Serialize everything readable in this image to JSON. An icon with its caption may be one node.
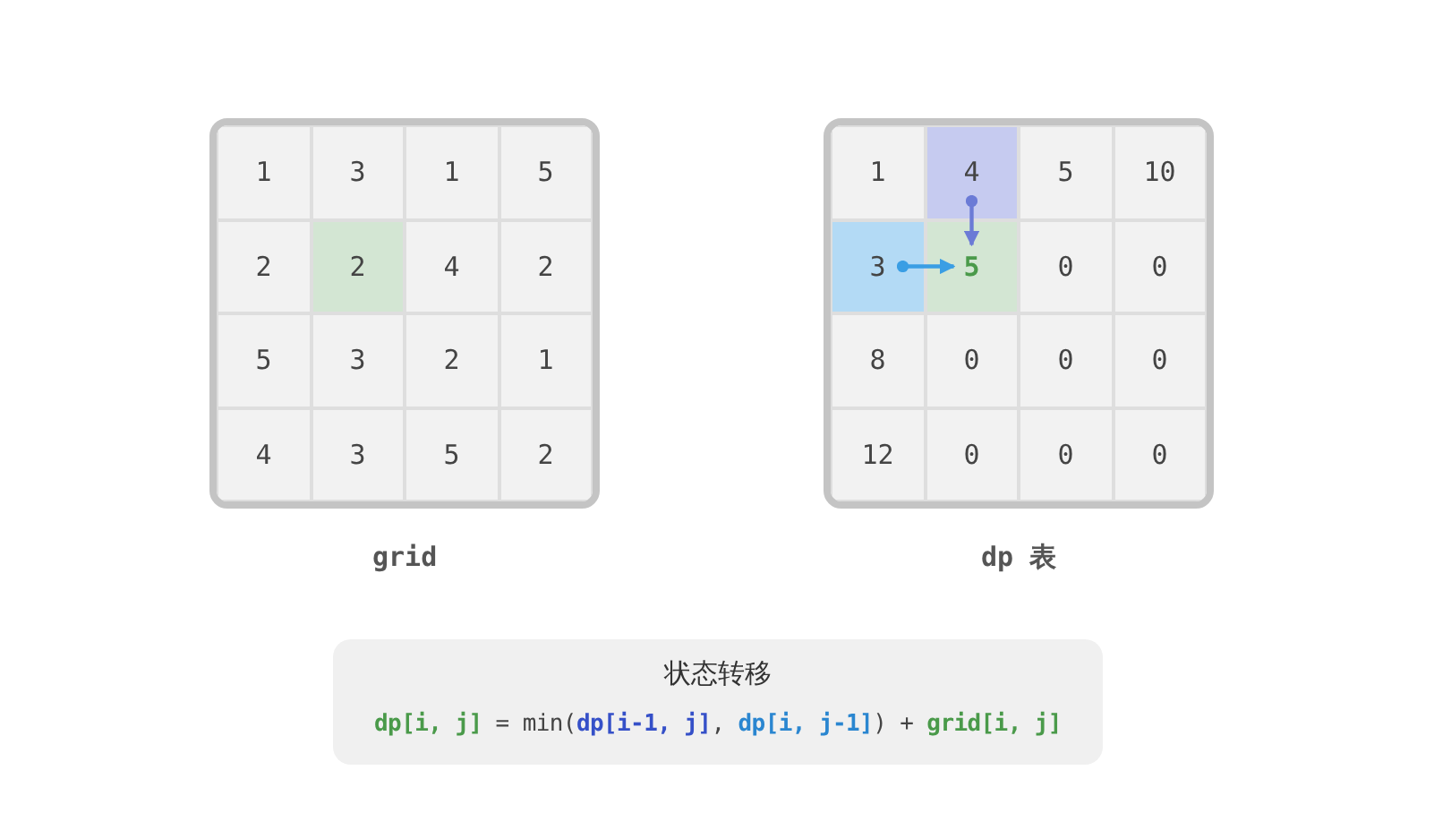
{
  "diagram": {
    "nodes": [
      {
        "text": [],
        "shape": "box",
        "beside": [
          "grid"
        ]
      },
      {
        "text": [
          "1"
        ],
        "in": 0
      },
      {
        "text": [
          "3"
        ],
        "in": 0
      },
      {
        "text": [
          "1"
        ],
        "in": 0
      },
      {
        "text": [
          "5"
        ],
        "in": 0
      },
      {
        "text": [
          "2"
        ],
        "in": 0
      },
      {
        "text": [
          "2"
        ],
        "in": 0
      },
      {
        "text": [
          "4"
        ],
        "in": 0
      },
      {
        "text": [
          "2"
        ],
        "in": 0
      },
      {
        "text": [
          "5"
        ],
        "in": 0
      },
      {
        "text": [
          "3"
        ],
        "in": 0
      },
      {
        "text": [
          "2"
        ],
        "in": 0
      },
      {
        "text": [
          "1"
        ],
        "in": 0
      },
      {
        "text": [
          "4"
        ],
        "in": 0
      },
      {
        "text": [
          "3"
        ],
        "in": 0
      },
      {
        "text": [
          "5"
        ],
        "in": 0
      },
      {
        "text": [
          "2"
        ],
        "in": 0
      },
      {
        "text": [],
        "shape": "box",
        "beside": [
          "dp 表"
        ]
      },
      {
        "text": [
          "1"
        ],
        "in": 17
      },
      {
        "text": [
          "4"
        ],
        "in": 17
      },
      {
        "text": [
          "5"
        ],
        "in": 17
      },
      {
        "text": [
          "10"
        ],
        "in": 17
      },
      {
        "text": [
          "3"
        ],
        "in": 17
      },
      {
        "text": [
          "5"
        ],
        "in": 17
      },
      {
        "text": [
          "0"
        ],
        "in": 17
      },
      {
        "text": [
          "0"
        ],
        "in": 17
      },
      {
        "text": [
          "8"
        ],
        "in": 17
      },
      {
        "text": [
          "0"
        ],
        "in": 17
      },
      {
        "text": [
          "0"
        ],
        "in": 17
      },
      {
        "text": [
          "0"
        ],
        "in": 17
      },
      {
        "text": [
          "12"
        ],
        "in": 17
      },
      {
        "text": [
          "0"
        ],
        "in": 17
      },
      {
        "text": [
          "0"
        ],
        "in": 17
      },
      {
        "text": [
          "0"
        ],
        "in": 17
      },
      {
        "text": [
          "状态转移",
          "**dp[i, j]** = min(**dp[i-1, j]**, **dp[i, j-1]**) + **grid[i, j]**"
        ]
      }
    ],
    "edges": [
      {
        "from": 19,
        "to": 23,
        "arrow": "to",
        "color": "#6b7bd6"
      },
      {
        "from": 22,
        "to": 23,
        "arrow": "to",
        "color": "#3a9ee4"
      }
    ]
  }
}
